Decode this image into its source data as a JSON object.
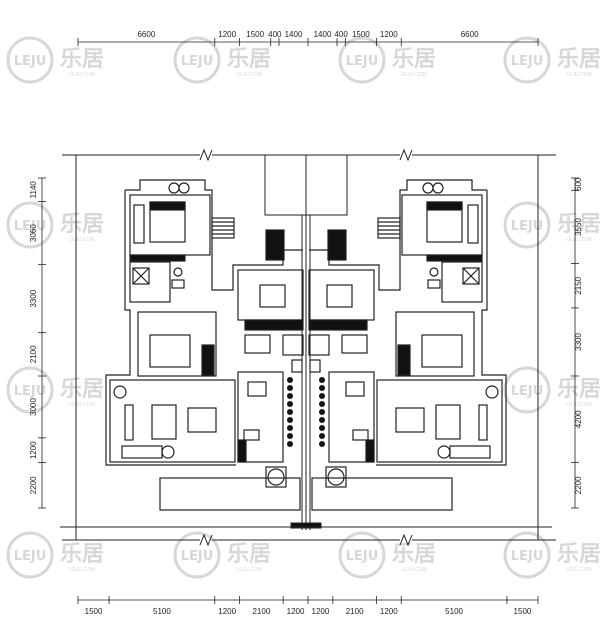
{
  "dimensions": {
    "top": [
      "6600",
      "1200",
      "1500",
      "400",
      "1400",
      "1400",
      "400",
      "1500",
      "1200",
      "6600"
    ],
    "bottom": [
      "1500",
      "5100",
      "1200",
      "2100",
      "1200",
      "1200",
      "2100",
      "1200",
      "5100",
      "1500"
    ],
    "left": [
      "1140",
      "3060",
      "3300",
      "2100",
      "3000",
      "1200",
      "2200"
    ],
    "right": [
      "600",
      "3550",
      "2150",
      "3300",
      "4200",
      "2200"
    ]
  },
  "watermark": {
    "logo_text": "LEJU",
    "cn_text": "乐居",
    "sub_text": "LEJU.COM",
    "color": "#d7d7d7"
  },
  "colors": {
    "line": "#222222",
    "accent_fill": "#111111"
  }
}
